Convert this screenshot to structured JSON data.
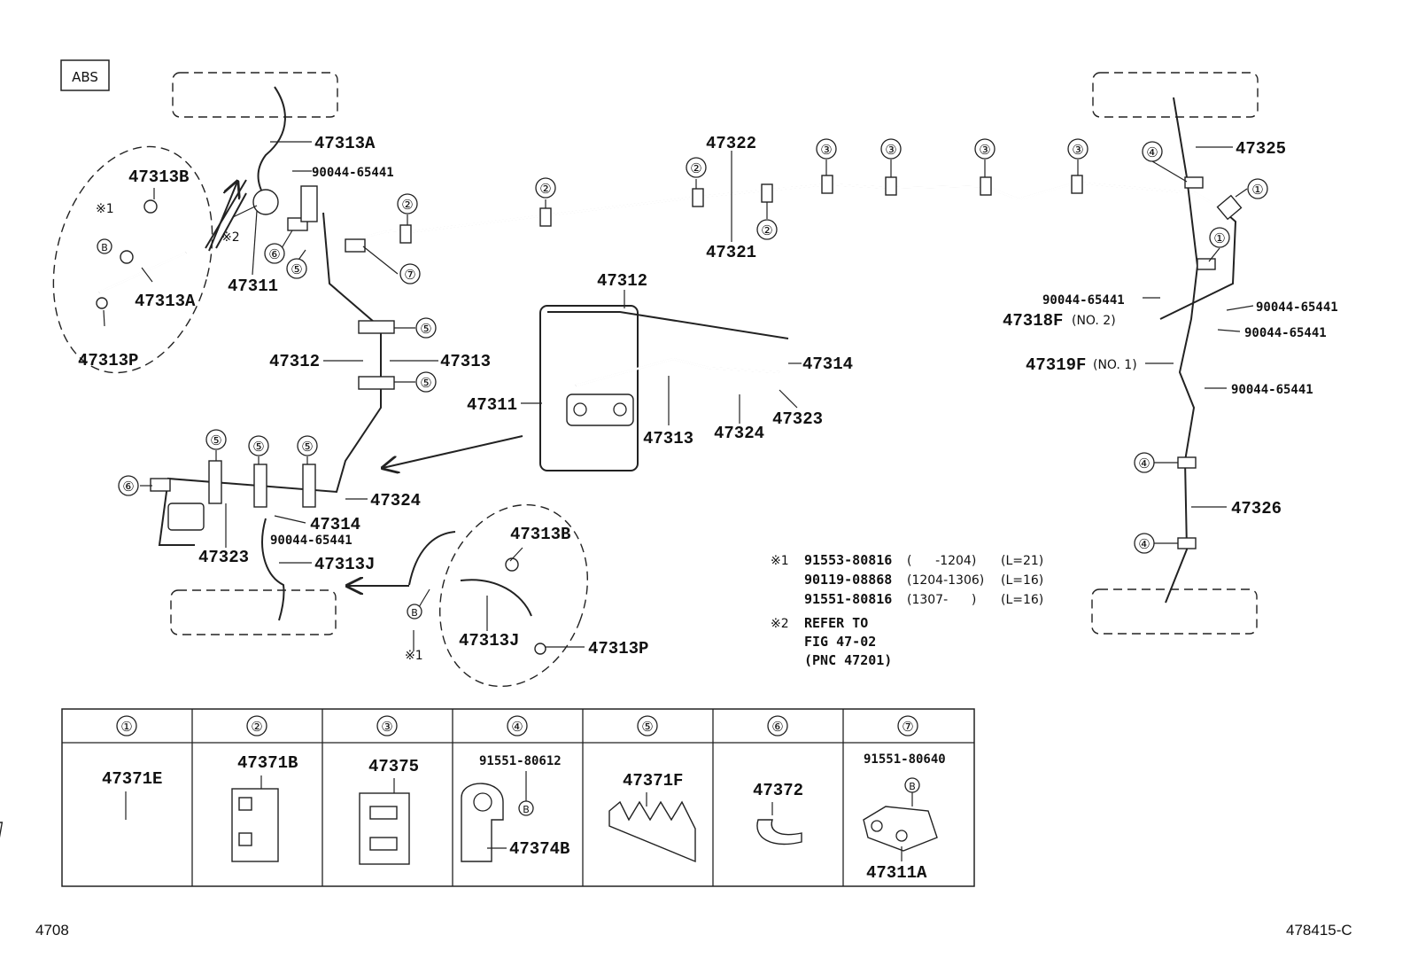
{
  "badge": "ABS",
  "labels": {
    "p47313A_top": "47313A",
    "p90044_a": "90044-65441",
    "p47313B_l": "47313B",
    "ref1_l": "※1",
    "ref2_l": "※2",
    "p47313A_l": "47313A",
    "p47313P_l": "47313P",
    "p47311_top": "47311",
    "p47322": "47322",
    "p47321": "47321",
    "p47325": "47325",
    "p90044_b": "90044-65441",
    "p90044_c": "90044-65441",
    "p47318F": "47318F",
    "p47318F_sub": "(NO. 2)",
    "p90044_d": "90044-65441",
    "p47319F": "47319F",
    "p47319F_sub": "(NO. 1)",
    "p90044_e": "90044-65441",
    "p47326": "47326",
    "p47312_l": "47312",
    "p47313_l": "47313",
    "p47312_d": "47312",
    "p47311_d": "47311",
    "p47314_d": "47314",
    "p47313_d": "47313",
    "p47324_d": "47324",
    "p47323_d": "47323",
    "p47324_l": "47324",
    "p47314_l": "47314",
    "p90044_f": "90044-65441",
    "p47323_l": "47323",
    "p47313J_l": "47313J",
    "p47313B_b": "47313B",
    "p47313J_b": "47313J",
    "p47313P_b": "47313P",
    "ref1_b": "※1"
  },
  "notes": {
    "n1_mark": "※1",
    "n1_l1_pn": "91553-80816",
    "n1_l1_rng": "(      -1204)",
    "n1_l1_len": "(L=21)",
    "n1_l2_pn": "90119-08868",
    "n1_l2_rng": "(1204-1306)",
    "n1_l2_len": "(L=16)",
    "n1_l3_pn": "91551-80816",
    "n1_l3_rng": "(1307-      )",
    "n1_l3_len": "(L=16)",
    "n2_mark": "※2",
    "n2_l1": "REFER TO",
    "n2_l2": "FIG 47-02",
    "n2_l3": "(PNC 47201)"
  },
  "legend": {
    "headers": [
      "①",
      "②",
      "③",
      "④",
      "⑤",
      "⑥",
      "⑦"
    ],
    "parts": [
      {
        "part": "47371E"
      },
      {
        "part": "47371B"
      },
      {
        "part": "47375"
      },
      {
        "part": "47374B",
        "sub": "91551-80612"
      },
      {
        "part": "47371F"
      },
      {
        "part": "47372"
      },
      {
        "part": "47311A",
        "sub": "91551-80640"
      }
    ]
  },
  "footer": {
    "left": "4708",
    "right": "478415-C"
  }
}
